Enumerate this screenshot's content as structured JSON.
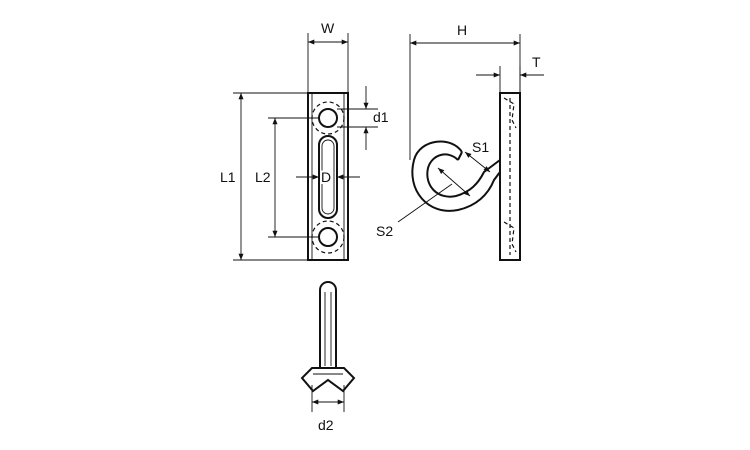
{
  "labels": {
    "w": "W",
    "h": "H",
    "t": "T",
    "d1": "d1",
    "s1": "S1",
    "l1": "L1",
    "l2": "L2",
    "d": "D",
    "s2": "S2",
    "d2": "d2"
  },
  "colors": {
    "line": "#111111",
    "background": "#ffffff"
  }
}
